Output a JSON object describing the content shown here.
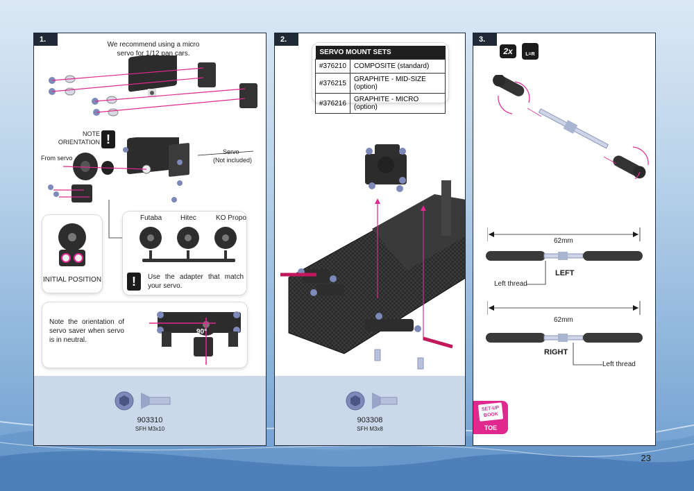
{
  "page_number": "23",
  "colors": {
    "accent": "#e0288f",
    "panel_border": "#1f2a36",
    "parts_band": "#cbd8ea"
  },
  "step1": {
    "number": "1.",
    "recommend": "We recommend using a micro servo for 1/12 pan cars.",
    "note_orientation_line1": "NOTE",
    "note_orientation_line2": "ORIENTATION",
    "from_servo": "From servo",
    "servo_line1": "Servo",
    "servo_line2": "(Not included)",
    "initial_position": "INITIAL POSITION",
    "adapter_brands": [
      "Futaba",
      "Hitec",
      "KO Propo"
    ],
    "adapter_note": "Use the adapter that match your servo.",
    "orientation_note": "Note the orientation of servo saver when servo is in neutral.",
    "angle_label": "90°",
    "part_code": "903310",
    "part_desc": "SFH M3x10"
  },
  "step2": {
    "number": "2.",
    "table_title": "SERVO MOUNT SETS",
    "table_rows": [
      {
        "code": "#376210",
        "desc": "COMPOSITE (standard)"
      },
      {
        "code": "#376215",
        "desc": "GRAPHITE - MID-SIZE (option)"
      },
      {
        "code": "#376216",
        "desc": "GRAPHITE - MICRO (option)"
      }
    ],
    "part_code": "903308",
    "part_desc": "SFH M3x8"
  },
  "step3": {
    "number": "3.",
    "qty": "2x",
    "lr_label": "L=R",
    "left_length": "62mm",
    "left_label": "LEFT",
    "left_thread": "Left thread",
    "right_length": "62mm",
    "right_label": "RIGHT",
    "right_thread": "Left thread",
    "setup_book_line1": "SET-UP",
    "setup_book_line2": "BOOK",
    "setup_tab": "TOE"
  }
}
